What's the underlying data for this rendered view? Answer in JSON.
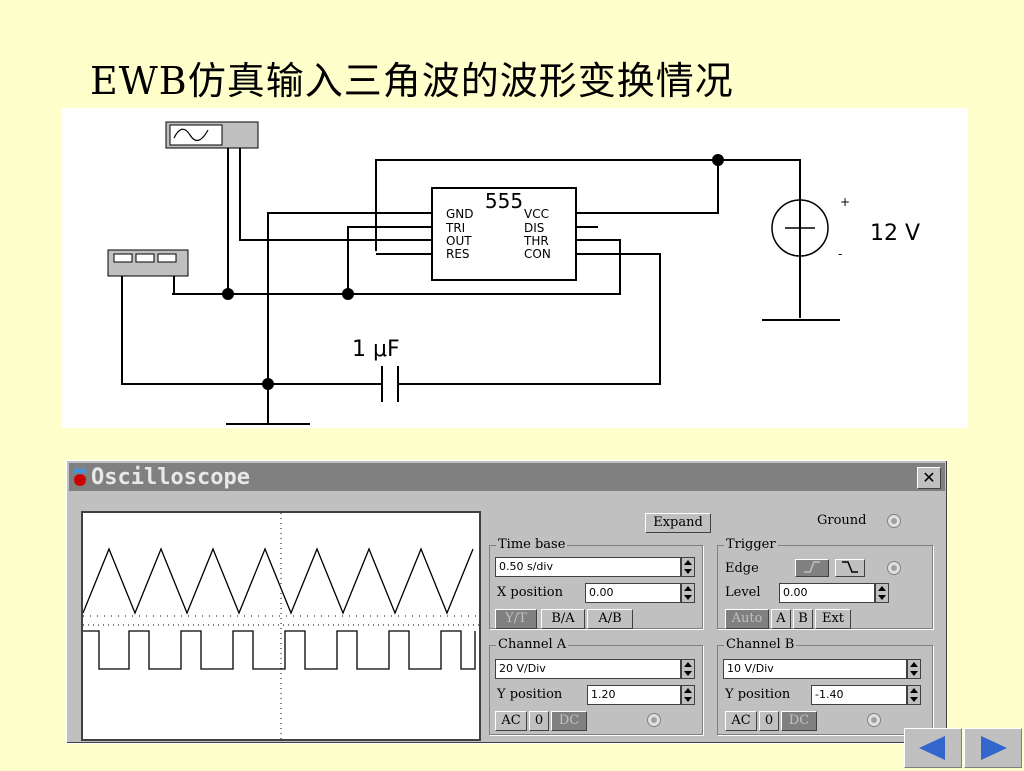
{
  "slide_title": "EWB仿真输入三角波的波形变换情况",
  "circuit": {
    "chip_name": "555",
    "pins_left": [
      "GND",
      "TRI",
      "OUT",
      "RES"
    ],
    "pins_right": [
      "VCC",
      "DIS",
      "THR",
      "CON"
    ],
    "source_label": "12 V",
    "plus_sign": "+",
    "minus_sign": "-",
    "capacitor_label": "1 μF"
  },
  "oscilloscope": {
    "title": "Oscilloscope",
    "close_label": "✕",
    "expand_label": "Expand",
    "ground_label": "Ground",
    "timebase": {
      "label": "Time base",
      "value": "0.50 s/div",
      "xpos_label": "X position",
      "xpos_value": "0.00",
      "modes": [
        "Y/T",
        "B/A",
        "A/B"
      ]
    },
    "trigger": {
      "label": "Trigger",
      "edge_label": "Edge",
      "level_label": "Level",
      "level_value": "0.00",
      "sources": [
        "Auto",
        "A",
        "B",
        "Ext"
      ]
    },
    "channel_a": {
      "label": "Channel A",
      "value": "20 V/Div",
      "ypos_label": "Y position",
      "ypos_value": "1.20",
      "coupling": [
        "AC",
        "0",
        "DC"
      ]
    },
    "channel_b": {
      "label": "Channel B",
      "value": "10 V/Div",
      "ypos_label": "Y position",
      "ypos_value": "-1.40",
      "coupling": [
        "AC",
        "0",
        "DC"
      ]
    }
  },
  "nav": {
    "prev_icon": "triangle-left-icon",
    "next_icon": "triangle-right-icon",
    "color": "#3366cc"
  }
}
